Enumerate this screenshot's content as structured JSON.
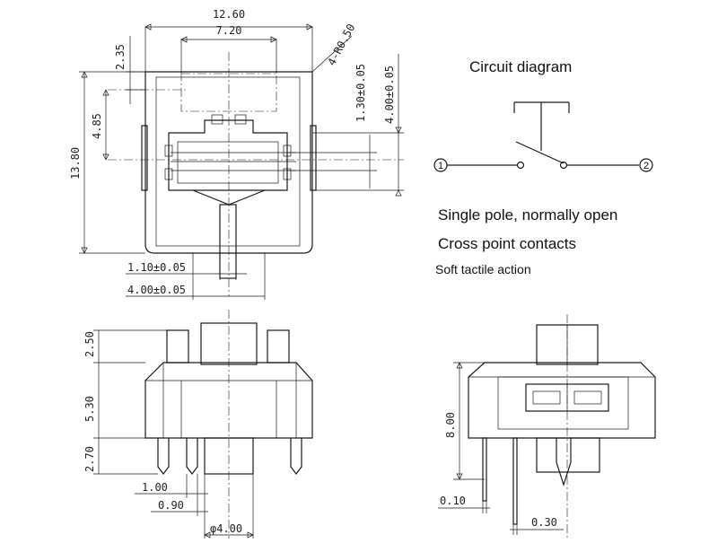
{
  "top_view": {
    "dim_width_overall": "12.60",
    "dim_width_inner": "7.20",
    "dim_corner_radius": "4-R0.50",
    "dim_top_offset": "2.35",
    "dim_center_offset": "4.85",
    "dim_height_overall": "13.80",
    "dim_pin_vertical": "1.30±0.05",
    "dim_pin_spacing_v": "4.00±0.05",
    "dim_pin_horizontal": "1.10±0.05",
    "dim_pin_spacing_h": "4.00±0.05"
  },
  "circuit": {
    "title": "Circuit diagram",
    "node1": "1",
    "node2": "2",
    "desc1": "Single pole, normally open",
    "desc2": "Cross point contacts",
    "desc3": "Soft tactile action"
  },
  "front_view": {
    "dim_stem_height": "2.50",
    "dim_body_height": "5.30",
    "dim_pin_length": "2.70",
    "dim_pin_width": "1.00",
    "dim_pin_gap": "0.90",
    "dim_stem_dia": "φ4.00"
  },
  "side_view": {
    "dim_height": "8.00",
    "dim_pin_thickness": "0.10",
    "dim_pin_width": "0.30"
  }
}
